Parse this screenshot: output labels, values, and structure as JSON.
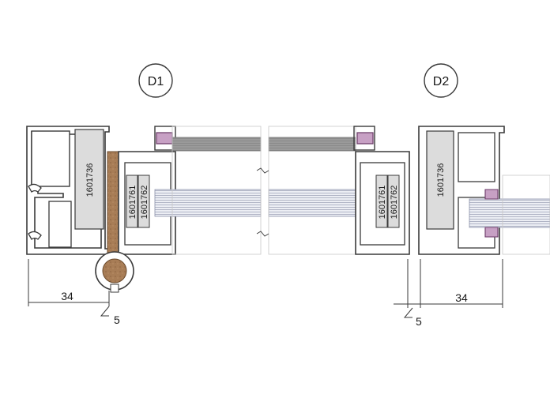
{
  "details": [
    {
      "label": "D1"
    },
    {
      "label": "D2"
    }
  ],
  "profile_codes": {
    "insulator": "1601736",
    "bead_a": "1601761",
    "bead_b": "1601762"
  },
  "dimensions": {
    "frame_depth": "34",
    "gap": "5"
  },
  "colors": {
    "profile_fill": "#ffffff",
    "profile_stroke": "#3a3a3a",
    "insulation": "#dcdcdc",
    "wood": "#a87d56",
    "gasket": "#c7a0c4",
    "glass_line": "#8a8fa8"
  }
}
